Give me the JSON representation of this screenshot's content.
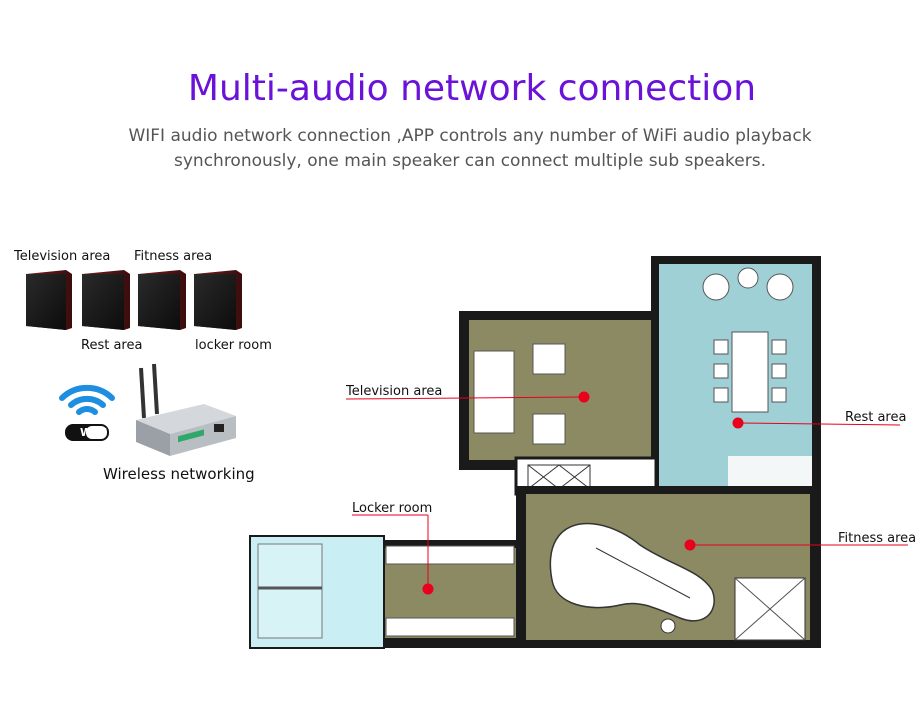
{
  "header": {
    "title": "Multi-audio network connection",
    "subtitle_line1": "WIFI audio network connection ,APP controls any number of WiFi audio playback",
    "subtitle_line2": "synchronously, one main speaker can connect multiple sub speakers."
  },
  "speakers": {
    "television_label": "Television area",
    "fitness_label": "Fitness area",
    "rest_label": "Rest area",
    "locker_label": "locker room"
  },
  "network": {
    "wifi_badge": "WiFi",
    "caption": "Wireless networking"
  },
  "floorplan": {
    "television": "Television area",
    "rest": "Rest area",
    "locker": "Locker room",
    "fitness": "Fitness area"
  },
  "colors": {
    "title": "#6a12d8",
    "marker": "#e8001c",
    "olive_room": "#8c8a62",
    "blue_room": "#9fd0d6",
    "stair_room": "#c9eef3",
    "wall": "#1a1a1a",
    "wifi": "#1e8ee0"
  }
}
